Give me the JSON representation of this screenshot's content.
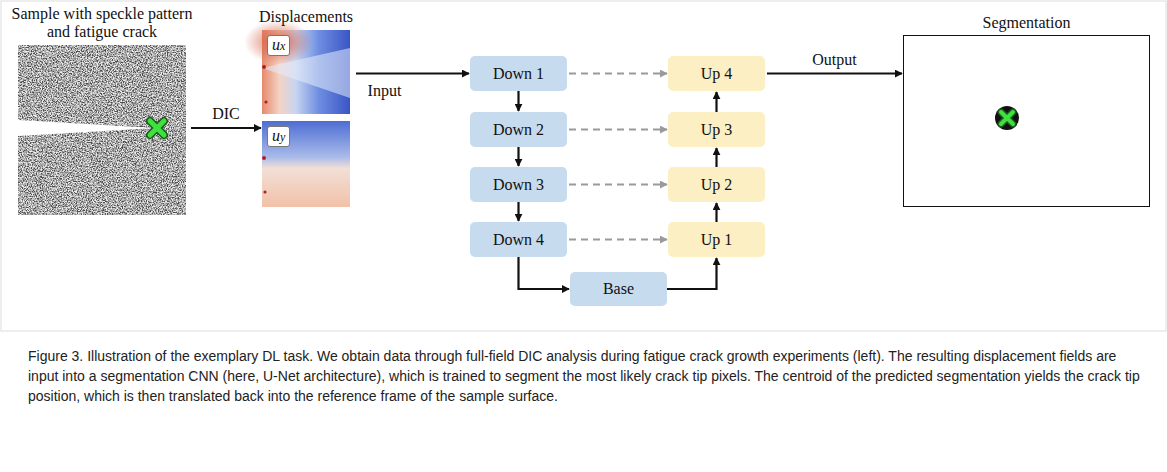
{
  "diagram": {
    "caption": "Figure 3. Illustration of the exemplary DL task. We obtain data through full-field DIC analysis during fatigue crack growth experiments (left). The resulting displacement fields are input into a segmentation CNN (here, U-Net architecture), which is trained to segment the most likely crack tip pixels. The centroid of the predicted segmentation yields the crack tip position, which is then translated back into the reference frame of the sample surface.",
    "nodes": [
      {
        "text": [
          "Sample with speckle pattern and fatigue crack"
        ]
      },
      {
        "text": [
          "Displacements"
        ]
      },
      {
        "text": [
          "ux"
        ],
        "in": 1
      },
      {
        "text": [
          "uy"
        ],
        "in": 1
      },
      {
        "text": [
          "Down 1"
        ]
      },
      {
        "text": [
          "Down 2"
        ]
      },
      {
        "text": [
          "Down 3"
        ]
      },
      {
        "text": [
          "Down 4"
        ]
      },
      {
        "text": [
          "Base"
        ]
      },
      {
        "text": [
          "Up 1"
        ]
      },
      {
        "text": [
          "Up 2"
        ]
      },
      {
        "text": [
          "Up 3"
        ]
      },
      {
        "text": [
          "Up 4"
        ]
      },
      {
        "text": [
          "Segmentation"
        ]
      }
    ],
    "edges": [
      {
        "from": 0,
        "to": 1,
        "label": "DIC",
        "arrow": "to"
      },
      {
        "from": 1,
        "to": 4,
        "label": "Input",
        "arrow": "to"
      },
      {
        "from": 4,
        "to": 5,
        "arrow": "to"
      },
      {
        "from": 5,
        "to": 6,
        "arrow": "to"
      },
      {
        "from": 6,
        "to": 7,
        "arrow": "to"
      },
      {
        "from": 7,
        "to": 8,
        "arrow": "to"
      },
      {
        "from": 8,
        "to": 9,
        "arrow": "to"
      },
      {
        "from": 9,
        "to": 10,
        "arrow": "to"
      },
      {
        "from": 10,
        "to": 11,
        "arrow": "to"
      },
      {
        "from": 11,
        "to": 12,
        "arrow": "to"
      },
      {
        "from": 4,
        "to": 12,
        "arrow": "to"
      },
      {
        "from": 5,
        "to": 11,
        "arrow": "to"
      },
      {
        "from": 6,
        "to": 10,
        "arrow": "to"
      },
      {
        "from": 7,
        "to": 9,
        "arrow": "to"
      },
      {
        "from": 12,
        "to": 13,
        "label": "Output",
        "arrow": "to"
      }
    ]
  }
}
